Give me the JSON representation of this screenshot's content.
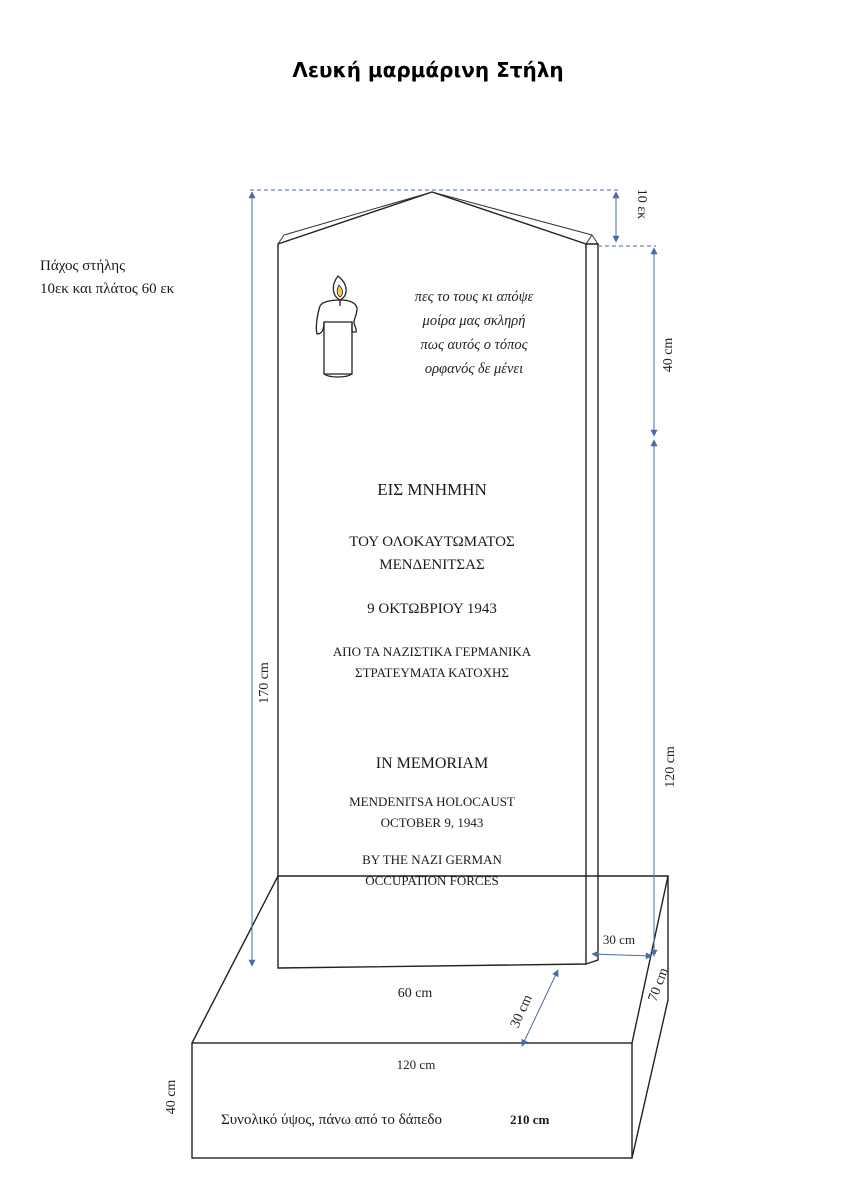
{
  "title": "Λευκή μαρμάρινη Στήλη",
  "thickness_note": [
    "Πάχος στήλης",
    "10εκ και πλάτος 60 εκ"
  ],
  "epitaph": [
    "πες το τους κι απόψε",
    "μοίρα μας σκληρή",
    "πως αυτός ο τόπος",
    "ορφανός δε μένει"
  ],
  "greek_inscription": {
    "heading": "ΕΙΣ ΜΝΗΜΗΝ",
    "line1": "ΤΟΥ ΟΛΟΚΑΥΤΩΜΑΤΟΣ",
    "line2": "ΜΕΝΔΕΝΙΤΣΑΣ",
    "date": "9 ΟΚΤΩΒΡΙΟΥ 1943",
    "line3": "ΑΠΟ ΤΑ ΝΑΖΙΣΤΙΚΑ ΓΕΡΜΑΝΙΚΑ",
    "line4": "ΣΤΡΑΤΕΥΜΑΤΑ ΚΑΤΟΧΗΣ"
  },
  "english_inscription": {
    "heading": "IN MEMORIAM",
    "line1": "MENDENITSA HOLOCAUST",
    "line2": "OCTOBER 9, 1943",
    "line3": "BY THE NAZI GERMAN",
    "line4": "OCCUPATION FORCES"
  },
  "dimensions": {
    "top_peak": "10 εκ",
    "upper_right": "40 cm",
    "lower_right": "120 cm",
    "total_stele": "170 cm",
    "stele_width": "60 cm",
    "base_offset_side": "30 cm",
    "base_offset_front": "30 cm",
    "base_depth": "70 cm",
    "base_width": "120 cm",
    "base_height": "40 cm"
  },
  "total_height_note": {
    "label": "Συνολικό ύψος, πάνω από το δάπεδο",
    "value": "210 cm"
  }
}
